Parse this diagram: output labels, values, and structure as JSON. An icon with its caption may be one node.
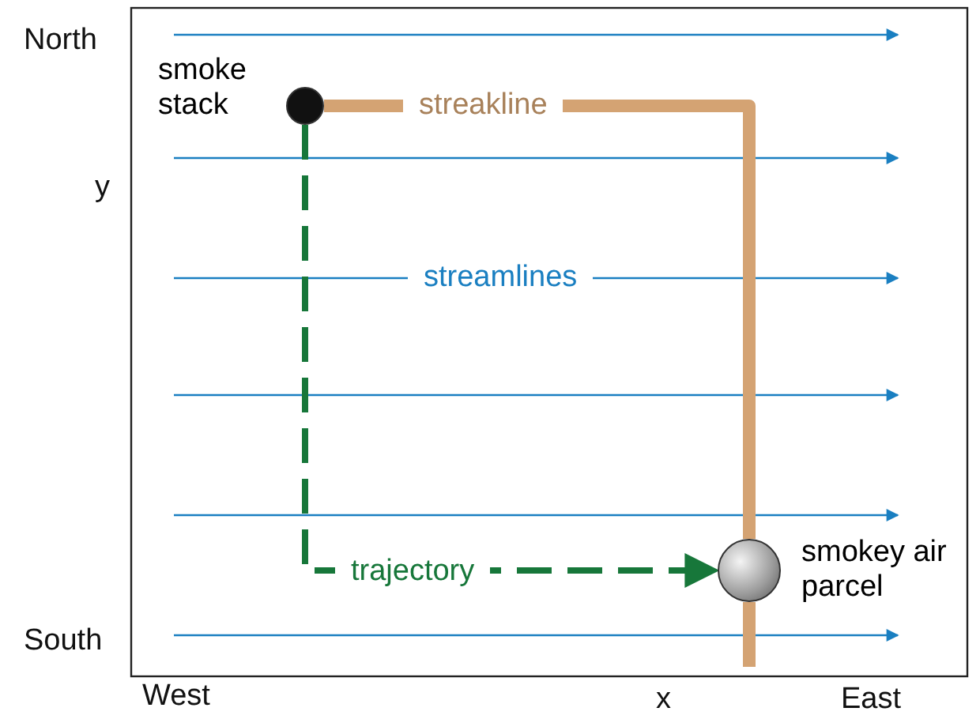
{
  "diagram": {
    "nodes": [
      {
        "text": [],
        "shape": "circle",
        "beside": [
          "smoke stack"
        ]
      },
      {
        "text": [],
        "shape": "circle",
        "beside": [
          "smokey air parcel"
        ]
      }
    ],
    "edges": [
      {
        "from": 0,
        "to": 1,
        "arrow": "to",
        "label": "trajectory",
        "style": "dashed",
        "color": "#17773a"
      },
      {
        "from": 0,
        "to": 1,
        "arrow": "none",
        "label": "streakline",
        "style": "thick",
        "color": "#d4a373"
      }
    ],
    "labels": [
      "North",
      "y",
      "streamlines",
      "South",
      "West",
      "x",
      "East"
    ]
  }
}
